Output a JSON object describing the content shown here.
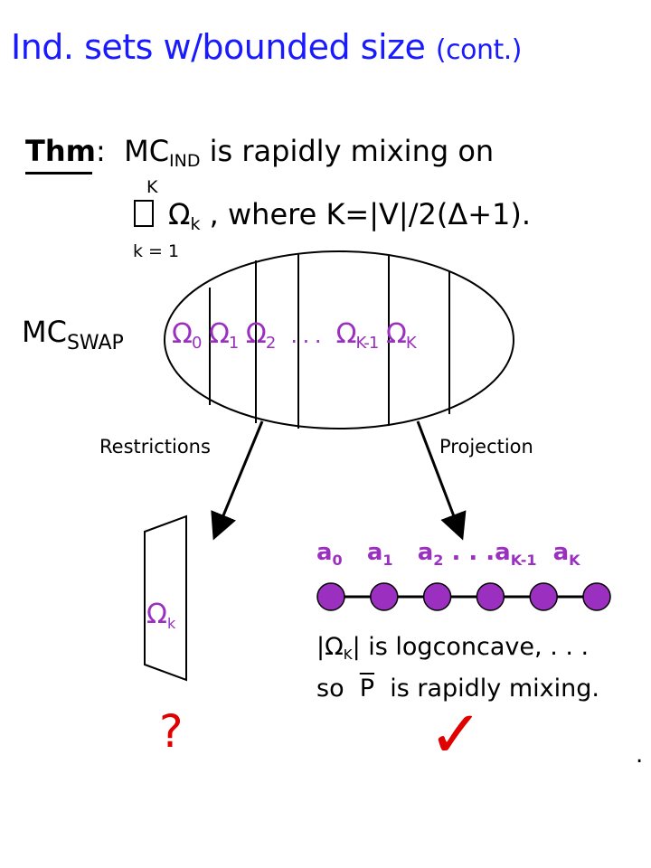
{
  "title": {
    "main": "Ind. sets w/bounded size",
    "suffix": "(cont.)"
  },
  "theorem": {
    "label": "Thm",
    "colon": ":",
    "mc_base": "MC",
    "mc_sub": "IND",
    "statement_tail": "is rapidly mixing on",
    "union_upper": "K",
    "union_lower": "k = 1",
    "omega": "Ω",
    "omega_sub": "k",
    "where_clause": ", where K=|V|/2(Δ+1)."
  },
  "chain": {
    "mc_base": "MC",
    "mc_sub": "SWAP",
    "omega": "Ω",
    "subs": [
      "0",
      "1",
      "2"
    ],
    "dots": ". . .",
    "sub_km1": "K-1",
    "sub_k": "K"
  },
  "arrows": {
    "left_label": "Restrictions",
    "right_label": "Projection"
  },
  "restriction": {
    "omega": "Ω",
    "sub": "k",
    "mark": "?"
  },
  "projection": {
    "a": "a",
    "subs": [
      "0",
      "1",
      "2"
    ],
    "dots": ". . .",
    "sub_km1": "K-1",
    "sub_k": "K",
    "node_count": 6,
    "line1_prefix": "|Ω",
    "line1_sub": "K",
    "line1_suffix": "| is logconcave, . . .",
    "line2_prefix": "so",
    "line2_p": "P",
    "line2_suffix": "is rapidly mixing.",
    "mark": "✓"
  },
  "trailing_dot": ".",
  "colors": {
    "title": "#1a1aff",
    "accent": "#9b30c0",
    "mark": "#e00000"
  }
}
